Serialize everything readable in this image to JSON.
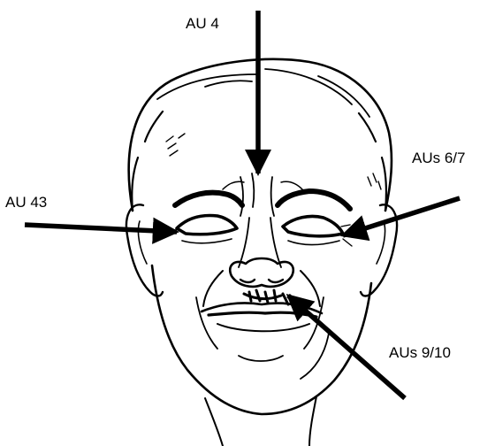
{
  "labels": {
    "au4": "AU 4",
    "au43": "AU 43",
    "aus67": "AUs 6/7",
    "aus910": "AUs 9/10"
  },
  "colors": {
    "ink": "#000000",
    "background": "#ffffff"
  }
}
